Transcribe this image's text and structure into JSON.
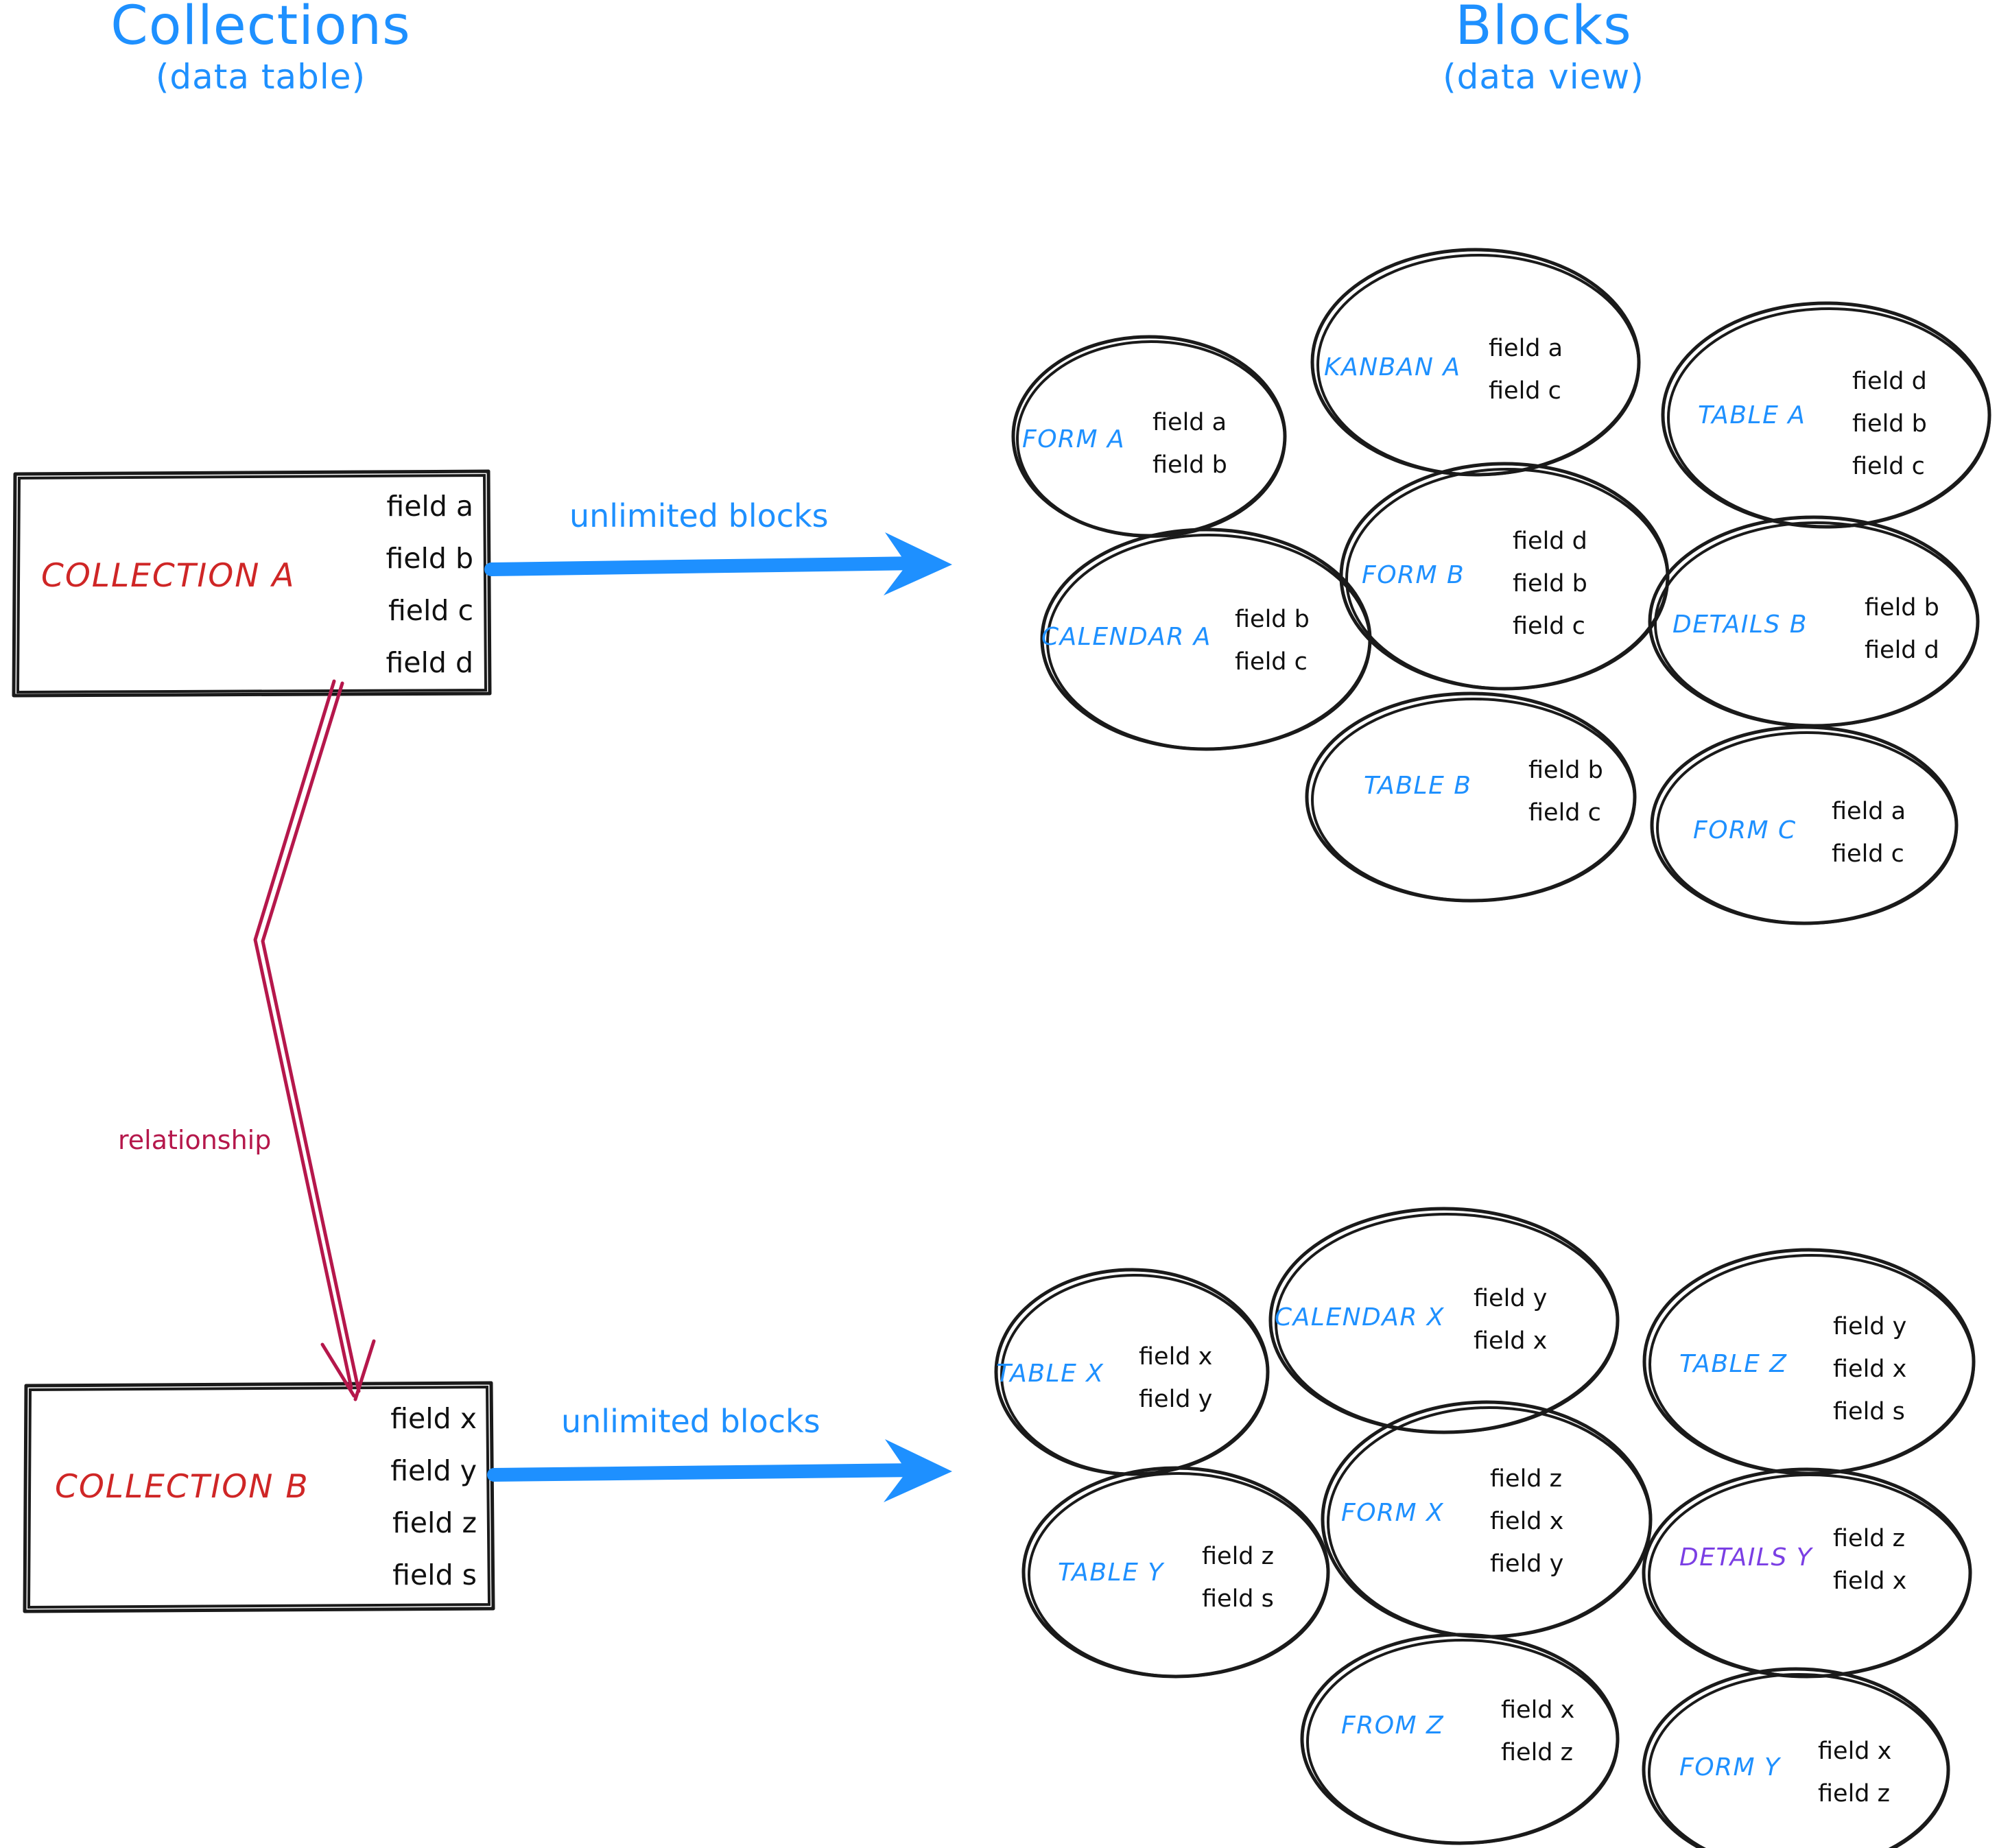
{
  "headings": {
    "left": {
      "title": "Collections",
      "subtitle": "(data table)"
    },
    "right": {
      "title": "Blocks",
      "subtitle": "(data view)"
    }
  },
  "colors": {
    "accent_blue": "#1e90ff",
    "collection_red": "#cf2626",
    "relationship_crimson": "#b5174b",
    "details_purple": "#7b3fe4",
    "ink_black": "#101010"
  },
  "collections": [
    {
      "name": "COLLECTION A",
      "fields": [
        "field a",
        "field b",
        "field c",
        "field d"
      ],
      "arrow_caption": "unlimited blocks"
    },
    {
      "name": "COLLECTION B",
      "fields": [
        "field x",
        "field y",
        "field z",
        "field s"
      ],
      "arrow_caption": "unlimited blocks"
    }
  ],
  "relationship": {
    "label": "relationship"
  },
  "block_groups": [
    {
      "for_collection": "COLLECTION A",
      "blocks": [
        {
          "label": "FORM A",
          "color": "#1e90ff",
          "fields": [
            "field a",
            "field b"
          ]
        },
        {
          "label": "KANBAN A",
          "color": "#1e90ff",
          "fields": [
            "field a",
            "field c"
          ]
        },
        {
          "label": "TABLE A",
          "color": "#1e90ff",
          "fields": [
            "field d",
            "field b",
            "field c"
          ]
        },
        {
          "label": "CALENDAR A",
          "color": "#1e90ff",
          "fields": [
            "field b",
            "field c"
          ]
        },
        {
          "label": "FORM B",
          "color": "#1e90ff",
          "fields": [
            "field d",
            "field b",
            "field c"
          ]
        },
        {
          "label": "DETAILS B",
          "color": "#1e90ff",
          "fields": [
            "field b",
            "field d"
          ]
        },
        {
          "label": "TABLE B",
          "color": "#1e90ff",
          "fields": [
            "field b",
            "field c"
          ]
        },
        {
          "label": "FORM C",
          "color": "#1e90ff",
          "fields": [
            "field a",
            "field c"
          ]
        }
      ]
    },
    {
      "for_collection": "COLLECTION B",
      "blocks": [
        {
          "label": "TABLE X",
          "color": "#1e90ff",
          "fields": [
            "field x",
            "field y"
          ]
        },
        {
          "label": "CALENDAR X",
          "color": "#1e90ff",
          "fields": [
            "field y",
            "field x"
          ]
        },
        {
          "label": "TABLE Z",
          "color": "#1e90ff",
          "fields": [
            "field y",
            "field x",
            "field s"
          ]
        },
        {
          "label": "TABLE Y",
          "color": "#1e90ff",
          "fields": [
            "field z",
            "field s"
          ]
        },
        {
          "label": "FORM X",
          "color": "#1e90ff",
          "fields": [
            "field z",
            "field x",
            "field y"
          ]
        },
        {
          "label": "DETAILS Y",
          "color": "#7b3fe4",
          "fields": [
            "field z",
            "field x"
          ]
        },
        {
          "label": "FROM Z",
          "color": "#1e90ff",
          "fields": [
            "field x",
            "field z"
          ]
        },
        {
          "label": "FORM Y",
          "color": "#1e90ff",
          "fields": [
            "field x",
            "field z"
          ]
        }
      ]
    }
  ]
}
